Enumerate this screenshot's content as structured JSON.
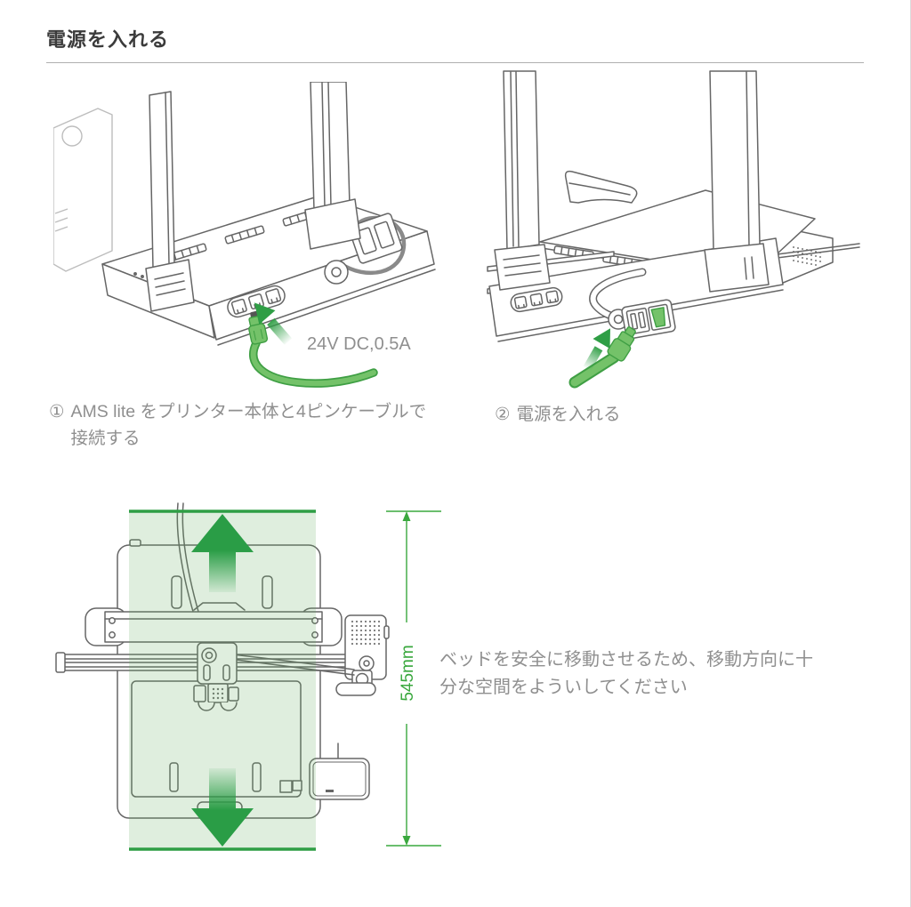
{
  "page": {
    "title": "電源を入れる"
  },
  "steps": [
    {
      "number": "①",
      "line1": "AMS lite をプリンター本体と4ピンケーブルで",
      "line2": "接続する",
      "annotation": "24V DC,0.5A"
    },
    {
      "number": "②",
      "line1": "電源を入れる"
    }
  ],
  "clearance_figure": {
    "dimension": "545mm",
    "note_line1": "ベッドを安全に移動させるため、移動方向に十",
    "note_line2": "分な空間をよういしてください"
  },
  "colors": {
    "accent_green": "#2f9e45",
    "cable_green": "#74c269",
    "cable_green_dark": "#3f9f44",
    "band_fill": "#ddeddb",
    "dimension_green": "#3aa83e",
    "heading_text": "#3b3b3b",
    "body_text": "#8f8f8f",
    "line_art": "#666666"
  }
}
